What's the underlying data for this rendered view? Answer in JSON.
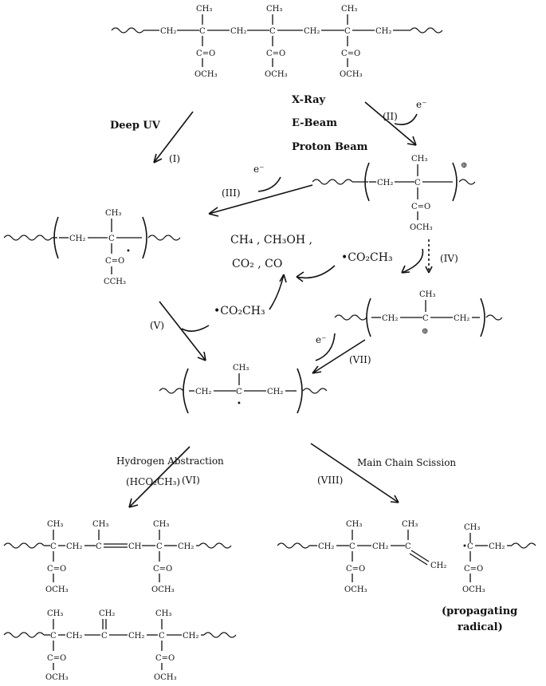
{
  "chem": {
    "ch2": "CH₂",
    "ch3": "CH₃",
    "c": "C",
    "co": "C=O",
    "och3": "OCH₃",
    "cch3": "CCH₃",
    "ch": "CH",
    "c_dot": "C",
    "dot": "•",
    "plus": "⊕",
    "c_eq_o": "C=O"
  },
  "labels": {
    "deep_uv": "Deep UV",
    "xray": "X-Ray",
    "ebeam": "E-Beam",
    "proton": "Proton Beam",
    "electron": "e⁻",
    "step1": "(I)",
    "step2": "(II)",
    "step3": "(III)",
    "step4": "(IV)",
    "step5": "(V)",
    "step6": "(VI)",
    "step7": "(VII)",
    "step8": "(VIII)",
    "h_abs": "Hydrogen Abstraction",
    "hco2ch3": "(HCO₂CH₃)",
    "main_scission": "Main Chain Scission",
    "propagating1": "(propagating",
    "propagating2": "radical)"
  },
  "products": {
    "line1": "CH₄ , CH₃OH ,",
    "line2": "CO₂ , CO",
    "radical_co2ch3": "•CO₂CH₃"
  }
}
